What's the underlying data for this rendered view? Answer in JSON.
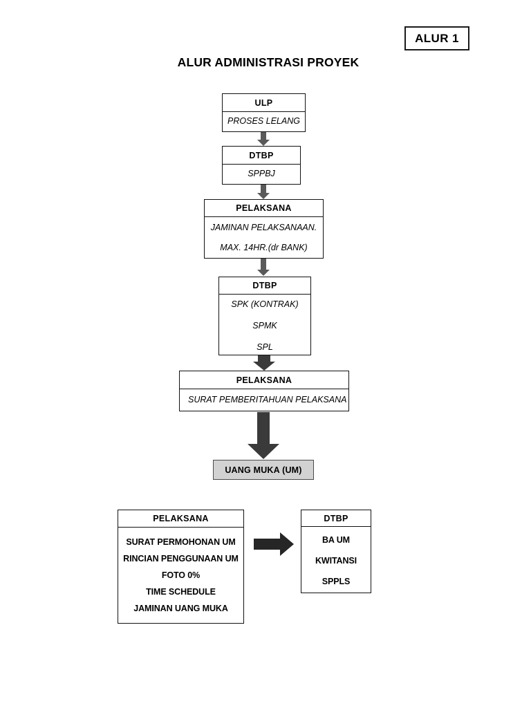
{
  "badge": {
    "label": "ALUR 1"
  },
  "title": "ALUR ADMINISTRASI PROYEK",
  "colors": {
    "line": "#111111",
    "connector_arrow": "#5a5a5a",
    "fat_arrow": "#3a3a3a",
    "um_fill": "#d2d2d2"
  },
  "flow": {
    "ulp": {
      "header": "ULP",
      "lines": [
        "PROSES LELANG"
      ]
    },
    "dtbp_sppbj": {
      "header": "DTBP",
      "lines": [
        "SPPBJ"
      ]
    },
    "pelaksana_jaminan": {
      "header": "PELAKSANA",
      "lines": [
        "JAMINAN PELAKSANAAN.",
        "MAX. 14HR.(dr BANK)"
      ]
    },
    "dtbp_spk": {
      "header": "DTBP",
      "lines": [
        "SPK (KONTRAK)",
        "SPMK",
        "SPL"
      ]
    },
    "pelaksana_surat": {
      "header": "PELAKSANA",
      "lines": [
        "SURAT PEMBERITAHUAN PELAKSANA"
      ]
    },
    "uang_muka": {
      "label": "UANG MUKA (UM)"
    }
  },
  "bottom": {
    "pelaksana_um": {
      "header": "PELAKSANA",
      "lines": [
        "SURAT PERMOHONAN UM",
        "RINCIAN PENGGUNAAN UM",
        "FOTO 0%",
        "TIME SCHEDULE",
        "JAMINAN UANG MUKA"
      ]
    },
    "dtbp_baum": {
      "header": "DTBP",
      "lines": [
        "BA UM",
        "KWITANSI",
        "SPPLS"
      ]
    }
  }
}
